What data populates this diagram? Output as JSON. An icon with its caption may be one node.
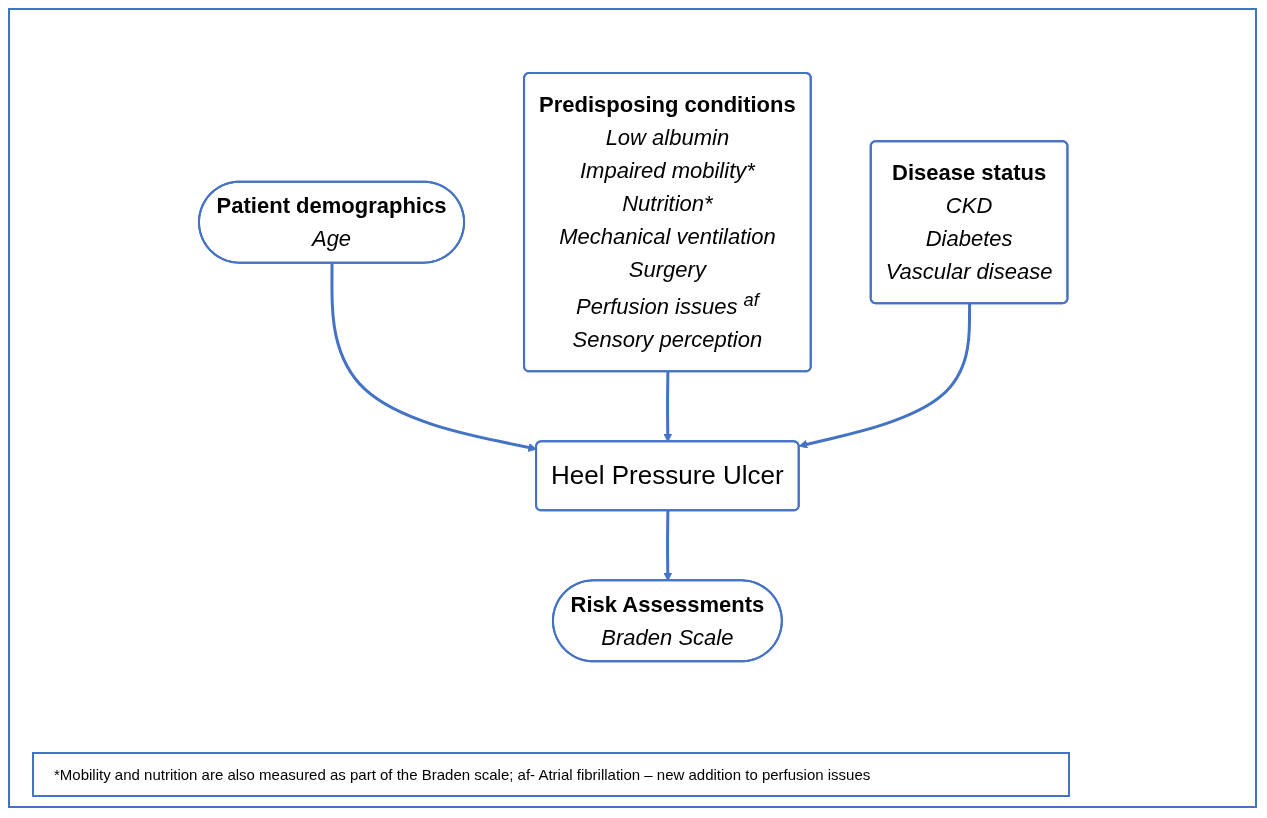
{
  "diagram": {
    "nodes": [
      {
        "text": [
          "Predisposing conditions",
          "Low albumin",
          "Impaired mobility*",
          "Nutrition*",
          "Mechanical ventilation",
          "Surgery",
          "Perfusion issues $^{af}$",
          "Sensory perception"
        ]
      },
      {
        "text": [
          "Patient demographics",
          "Age"
        ]
      },
      {
        "text": [
          "Heel Pressure Ulcer"
        ]
      },
      {
        "text": [
          "Disease status",
          "CKD",
          "Diabetes",
          "Vascular disease"
        ]
      },
      {
        "text": [
          "Risk Assessments",
          "Braden Scale"
        ]
      }
    ],
    "edges": [
      {
        "from": 1,
        "to": 2,
        "arrow": "to"
      },
      {
        "from": 0,
        "to": 2,
        "arrow": "to"
      },
      {
        "from": 3,
        "to": 2,
        "arrow": "to"
      },
      {
        "from": 2,
        "to": 4,
        "arrow": "to"
      }
    ],
    "labels": [
      "*Mobility and nutrition are also measured as part of the Braden scale; af- Atrial fibrillation – new addition to perfusion issues"
    ]
  }
}
